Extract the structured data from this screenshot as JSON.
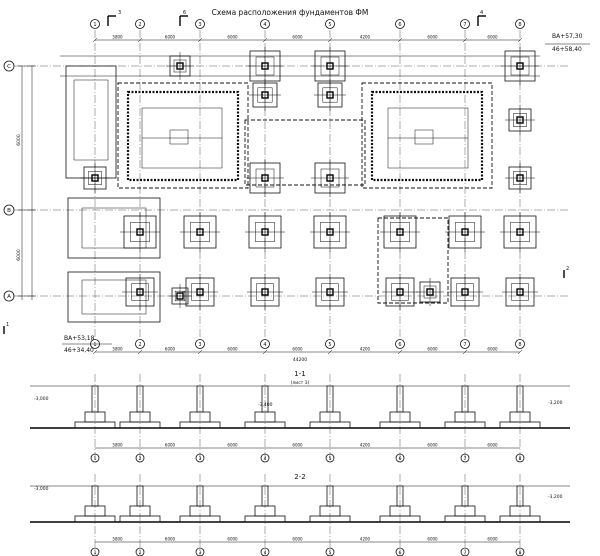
{
  "plan": {
    "title": "Схема расположения фундаментов ФМ",
    "col_axes": [
      "1",
      "2",
      "3",
      "4",
      "5",
      "6",
      "7",
      "8"
    ],
    "row_axes": [
      "C",
      "B",
      "A"
    ],
    "spans_top": [
      "5800",
      "6000",
      "6000",
      "6000",
      "4200",
      "6000",
      "6000"
    ],
    "overall_width": "44200",
    "row_spans": [
      "6000",
      "6000"
    ],
    "mark_top_right": [
      "ВА+57,30",
      "46+58,40"
    ],
    "mark_bottom_left": [
      "ВА+53,18",
      "46+34,40"
    ],
    "section_marks": [
      "3",
      "6",
      "4",
      "1",
      "2"
    ]
  },
  "section11": {
    "title": "1-1",
    "subtitle": "(лист 3)",
    "levels": [
      "-3,000",
      "-3,200",
      "-3,400"
    ],
    "spans": [
      "5800",
      "6000",
      "6000",
      "6000",
      "4200",
      "6000",
      "6000"
    ]
  },
  "section22": {
    "title": "2-2",
    "levels": [
      "-3,000",
      "-3,200"
    ],
    "spans": [
      "5800",
      "6000",
      "6000",
      "6000",
      "4200",
      "6000",
      "6000"
    ]
  }
}
